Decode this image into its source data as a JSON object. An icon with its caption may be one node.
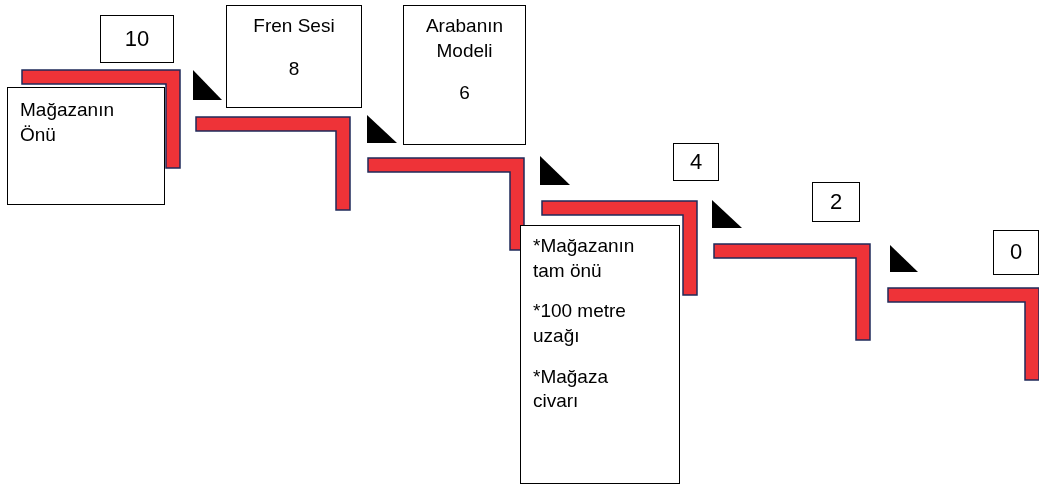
{
  "diagram": {
    "nodes": [
      {
        "text": [
          "10"
        ]
      },
      {
        "text": [
          "Mağazanın Önü"
        ]
      },
      {
        "text": [
          "Fren Sesi",
          "8"
        ]
      },
      {
        "text": [
          "Arabanın Modeli",
          "6"
        ]
      },
      {
        "text": [
          "4"
        ]
      },
      {
        "text": [
          "*Mağazanın tam önü",
          "*100 metre uzağı",
          "*Mağaza civarı"
        ]
      },
      {
        "text": [
          "2"
        ]
      },
      {
        "text": [
          "0"
        ]
      }
    ]
  }
}
